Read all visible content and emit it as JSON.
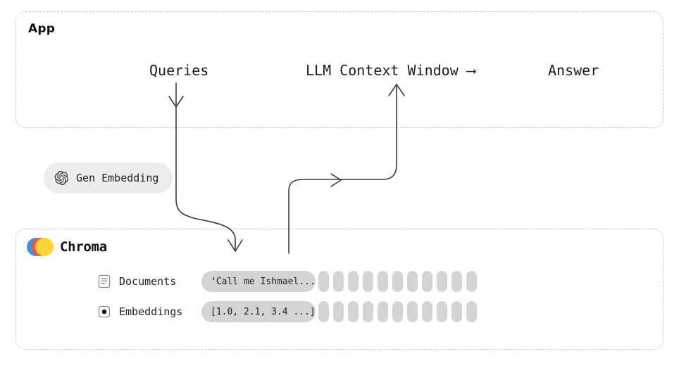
{
  "app": {
    "title": "App",
    "flow": {
      "queries_label": "Queries",
      "llm_label": "LLM Context Window",
      "arrow_glyph": "⟶",
      "answer_label": "Answer"
    },
    "gen_embedding": {
      "icon": "openai-icon",
      "label": "Gen Embedding"
    }
  },
  "chroma": {
    "brand": "Chroma",
    "logo": {
      "icon": "chroma-logo-icon",
      "colors": [
        "#3693f0",
        "#f4542b",
        "#ffd43b"
      ]
    },
    "rows": [
      {
        "icon": "document-icon",
        "label": "Documents",
        "value": "‘Call me Ishmael...",
        "bar_count": 11
      },
      {
        "icon": "vector-dot-icon",
        "label": "Embeddings",
        "value": "[1.0, 2.1, 3.4 ...]",
        "bar_count": 11
      }
    ]
  },
  "theme": {
    "border_dashed": "#c9c9c9",
    "pill_bg": "#ededed",
    "value_pill_bg": "#d4d4d4",
    "bar_fill": "#d4d4d4",
    "arrow_stroke": "#3a3a3a",
    "text": "#1c1c1c"
  }
}
